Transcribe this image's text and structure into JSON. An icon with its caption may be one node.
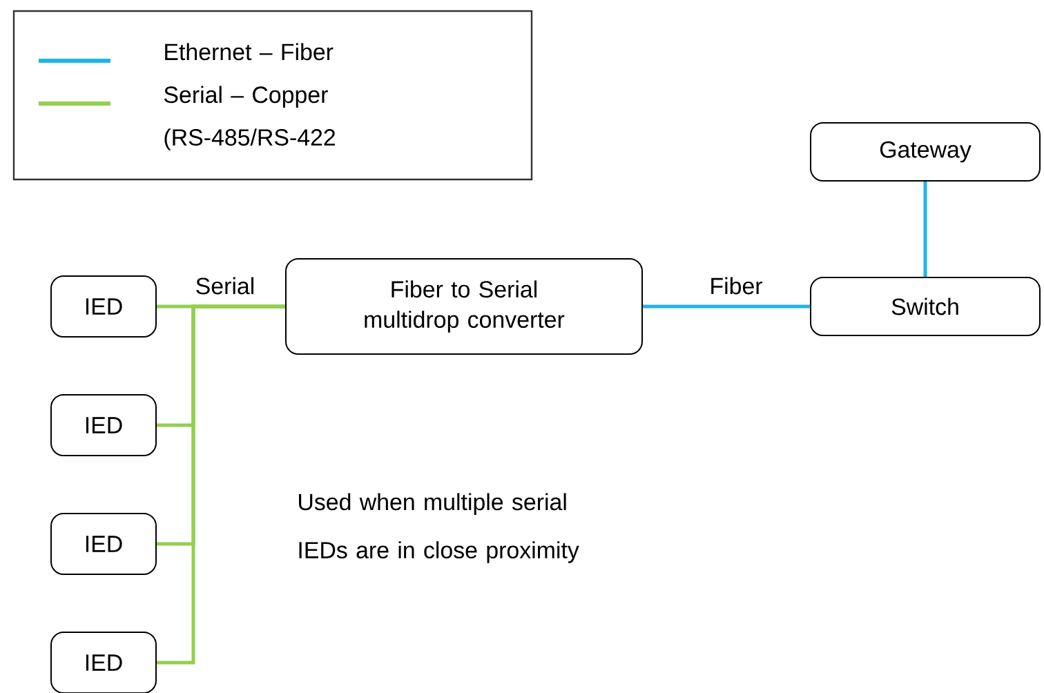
{
  "diagram": {
    "nodes": [
      {
        "text": [
          "Gateway"
        ]
      },
      {
        "text": [
          "IED"
        ]
      },
      {
        "text": [
          "Fiber to Serial multidrop converter"
        ]
      },
      {
        "text": [
          "Switch"
        ]
      },
      {
        "text": [
          "IED"
        ]
      },
      {
        "text": [
          "IED"
        ]
      },
      {
        "text": [
          "IED"
        ]
      }
    ],
    "edges": [
      {
        "from": 1,
        "to": 2,
        "arrow": "none",
        "label": "Serial"
      },
      {
        "from": 2,
        "to": 3,
        "arrow": "none",
        "label": "Fiber",
        "color": "#1fb4ec"
      },
      {
        "from": 3,
        "to": 0,
        "arrow": "none",
        "color": "#1fb4ec"
      },
      {
        "from": 4,
        "to": 2,
        "arrow": "none"
      },
      {
        "from": 5,
        "to": 2,
        "arrow": "none"
      },
      {
        "from": 6,
        "to": 2,
        "arrow": "none"
      }
    ],
    "labels": [
      "Used when multiple serial IEDs are in close proximity"
    ],
    "legend": [
      {
        "text": "Ethernet – Fiber",
        "color": "#1fb4ec"
      },
      {
        "text": "Serial – Copper (RS-485/RS-422",
        "color": "#92d050"
      }
    ]
  }
}
